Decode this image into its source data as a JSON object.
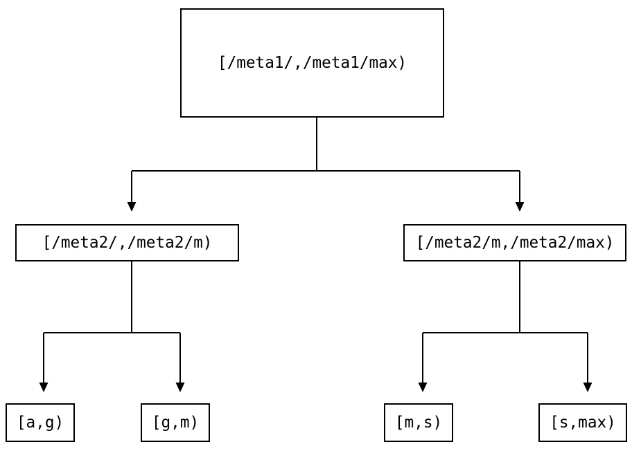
{
  "diagram": {
    "type": "tree",
    "background": "#ffffff",
    "line_color": "#000000",
    "text_color": "#000000",
    "nodes": {
      "root": "[/meta1/,/meta1/max)",
      "left": "[/meta2/,/meta2/m)",
      "right": "[/meta2/m,/meta2/max)",
      "leaf_1": "[a,g)",
      "leaf_2": "[g,m)",
      "leaf_3": "[m,s)",
      "leaf_4": "[s,max)"
    },
    "edges": [
      {
        "from": "root",
        "to": "left"
      },
      {
        "from": "root",
        "to": "right"
      },
      {
        "from": "left",
        "to": "leaf_1"
      },
      {
        "from": "left",
        "to": "leaf_2"
      },
      {
        "from": "right",
        "to": "leaf_3"
      },
      {
        "from": "right",
        "to": "leaf_4"
      }
    ]
  }
}
